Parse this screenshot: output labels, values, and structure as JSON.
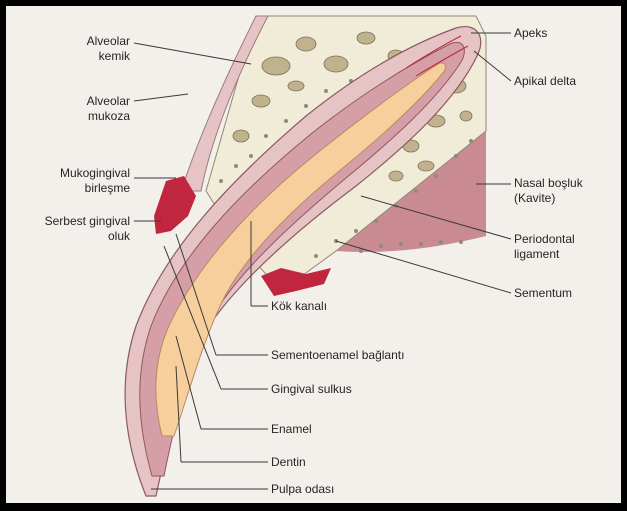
{
  "colors": {
    "background": "#f3efea",
    "frame": "#000000",
    "bone": "#f1ecd7",
    "bone_spots": "#bfb28d",
    "tooth_outer": "#e6c4c6",
    "dentin": "#d69ea6",
    "pulp": "#f7cf9c",
    "gingiva": "#c0263e",
    "nasal_cavity": "#c98a92",
    "leader": "#3a3a3a"
  },
  "labels": {
    "alveolar_bone": "Alveolar\nkemik",
    "alveolar_mucosa": "Alveolar\nmukoza",
    "mucogingival_junction": "Mukogingival\nbirleşme",
    "free_gingival_groove": "Serbest gingival\noluk",
    "apex": "Apeks",
    "apical_delta": "Apikal delta",
    "nasal_cavity": "Nasal boşluk\n(Kavite)",
    "periodontal_ligament": "Periodontal\nligament",
    "cementum": "Sementum",
    "root_canal": "Kök kanalı",
    "cementoenamel_junction": "Sementoenamel bağlantı",
    "gingival_sulcus": "Gingival sulkus",
    "enamel": "Enamel",
    "dentin": "Dentin",
    "pulp_chamber": "Pulpa odası"
  }
}
